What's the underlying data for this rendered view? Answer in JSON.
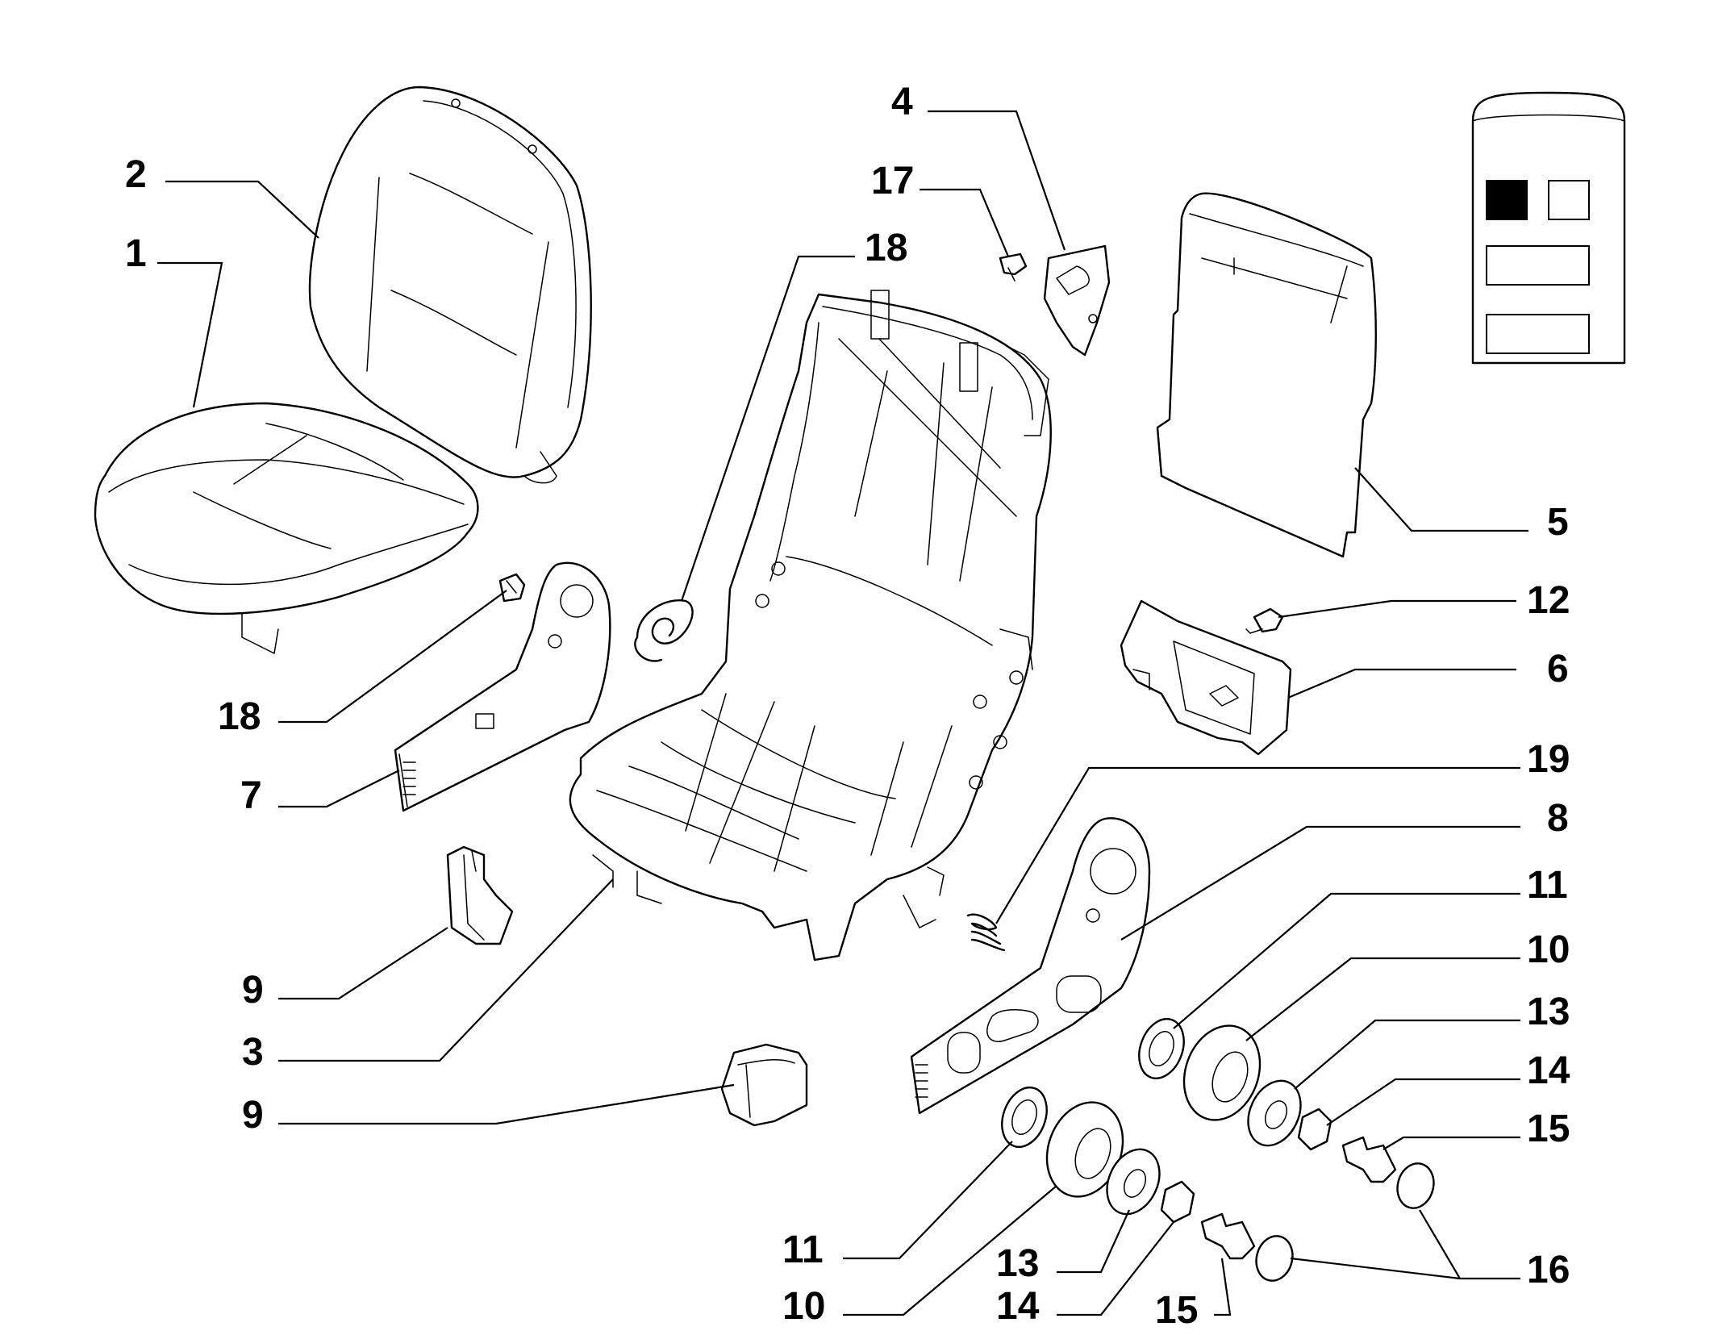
{
  "diagram": {
    "callouts": [
      {
        "id": "c1",
        "label": "1"
      },
      {
        "id": "c2",
        "label": "2"
      },
      {
        "id": "c4",
        "label": "4"
      },
      {
        "id": "c17",
        "label": "17"
      },
      {
        "id": "c18a",
        "label": "18"
      },
      {
        "id": "c5",
        "label": "5"
      },
      {
        "id": "c12",
        "label": "12"
      },
      {
        "id": "c6",
        "label": "6"
      },
      {
        "id": "c18b",
        "label": "18"
      },
      {
        "id": "c7",
        "label": "7"
      },
      {
        "id": "c19",
        "label": "19"
      },
      {
        "id": "c8",
        "label": "8"
      },
      {
        "id": "c11a",
        "label": "11"
      },
      {
        "id": "c10a",
        "label": "10"
      },
      {
        "id": "c13a",
        "label": "13"
      },
      {
        "id": "c14a",
        "label": "14"
      },
      {
        "id": "c15a",
        "label": "15"
      },
      {
        "id": "c9a",
        "label": "9"
      },
      {
        "id": "c3",
        "label": "3"
      },
      {
        "id": "c9b",
        "label": "9"
      },
      {
        "id": "c16",
        "label": "16"
      },
      {
        "id": "c11b",
        "label": "11"
      },
      {
        "id": "c13b",
        "label": "13"
      },
      {
        "id": "c10b",
        "label": "10"
      },
      {
        "id": "c14b",
        "label": "14"
      },
      {
        "id": "c15b",
        "label": "15"
      }
    ],
    "position_indicator": {
      "highlighted_seat": "front-left",
      "colors": {
        "highlight": "#000000",
        "outline": "#000000",
        "background": "#ffffff"
      }
    }
  }
}
